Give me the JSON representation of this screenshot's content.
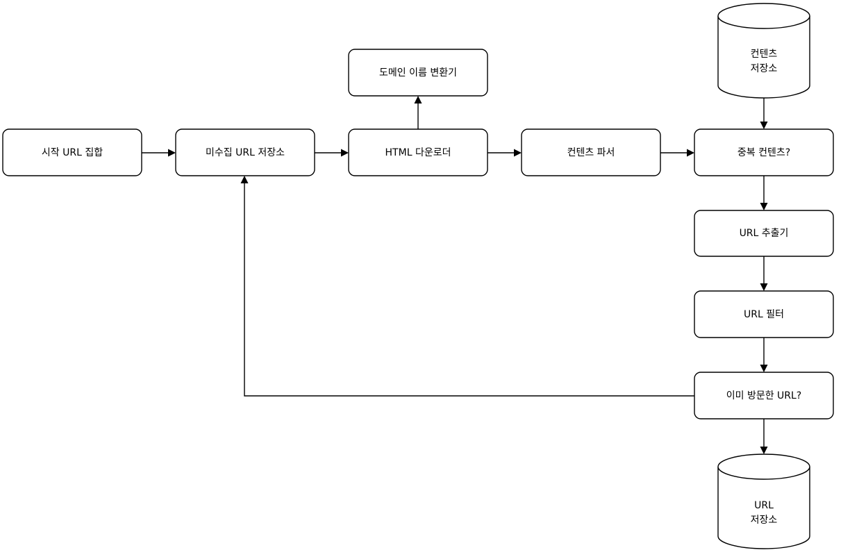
{
  "nodes": {
    "seed_urls": "시작 URL 집합",
    "url_frontier": "미수집 URL 저장소",
    "html_downloader": "HTML 다운로더",
    "dns_resolver": "도메인 이름 변환기",
    "content_parser": "컨텐츠 파서",
    "content_seen": "중복 컨텐츠?",
    "content_storage": [
      "컨텐츠",
      "저장소"
    ],
    "url_extractor": "URL 추출기",
    "url_filter": "URL 필터",
    "url_seen": "이미 방문한 URL?",
    "url_storage": [
      "URL",
      "저장소"
    ]
  },
  "edges": [
    {
      "from": "seed_urls",
      "to": "url_frontier"
    },
    {
      "from": "url_frontier",
      "to": "html_downloader"
    },
    {
      "from": "html_downloader",
      "to": "dns_resolver"
    },
    {
      "from": "html_downloader",
      "to": "content_parser"
    },
    {
      "from": "content_parser",
      "to": "content_seen"
    },
    {
      "from": "content_storage",
      "to": "content_seen"
    },
    {
      "from": "content_seen",
      "to": "url_extractor"
    },
    {
      "from": "url_extractor",
      "to": "url_filter"
    },
    {
      "from": "url_filter",
      "to": "url_seen"
    },
    {
      "from": "url_seen",
      "to": "url_storage"
    },
    {
      "from": "url_seen",
      "to": "url_frontier"
    }
  ]
}
